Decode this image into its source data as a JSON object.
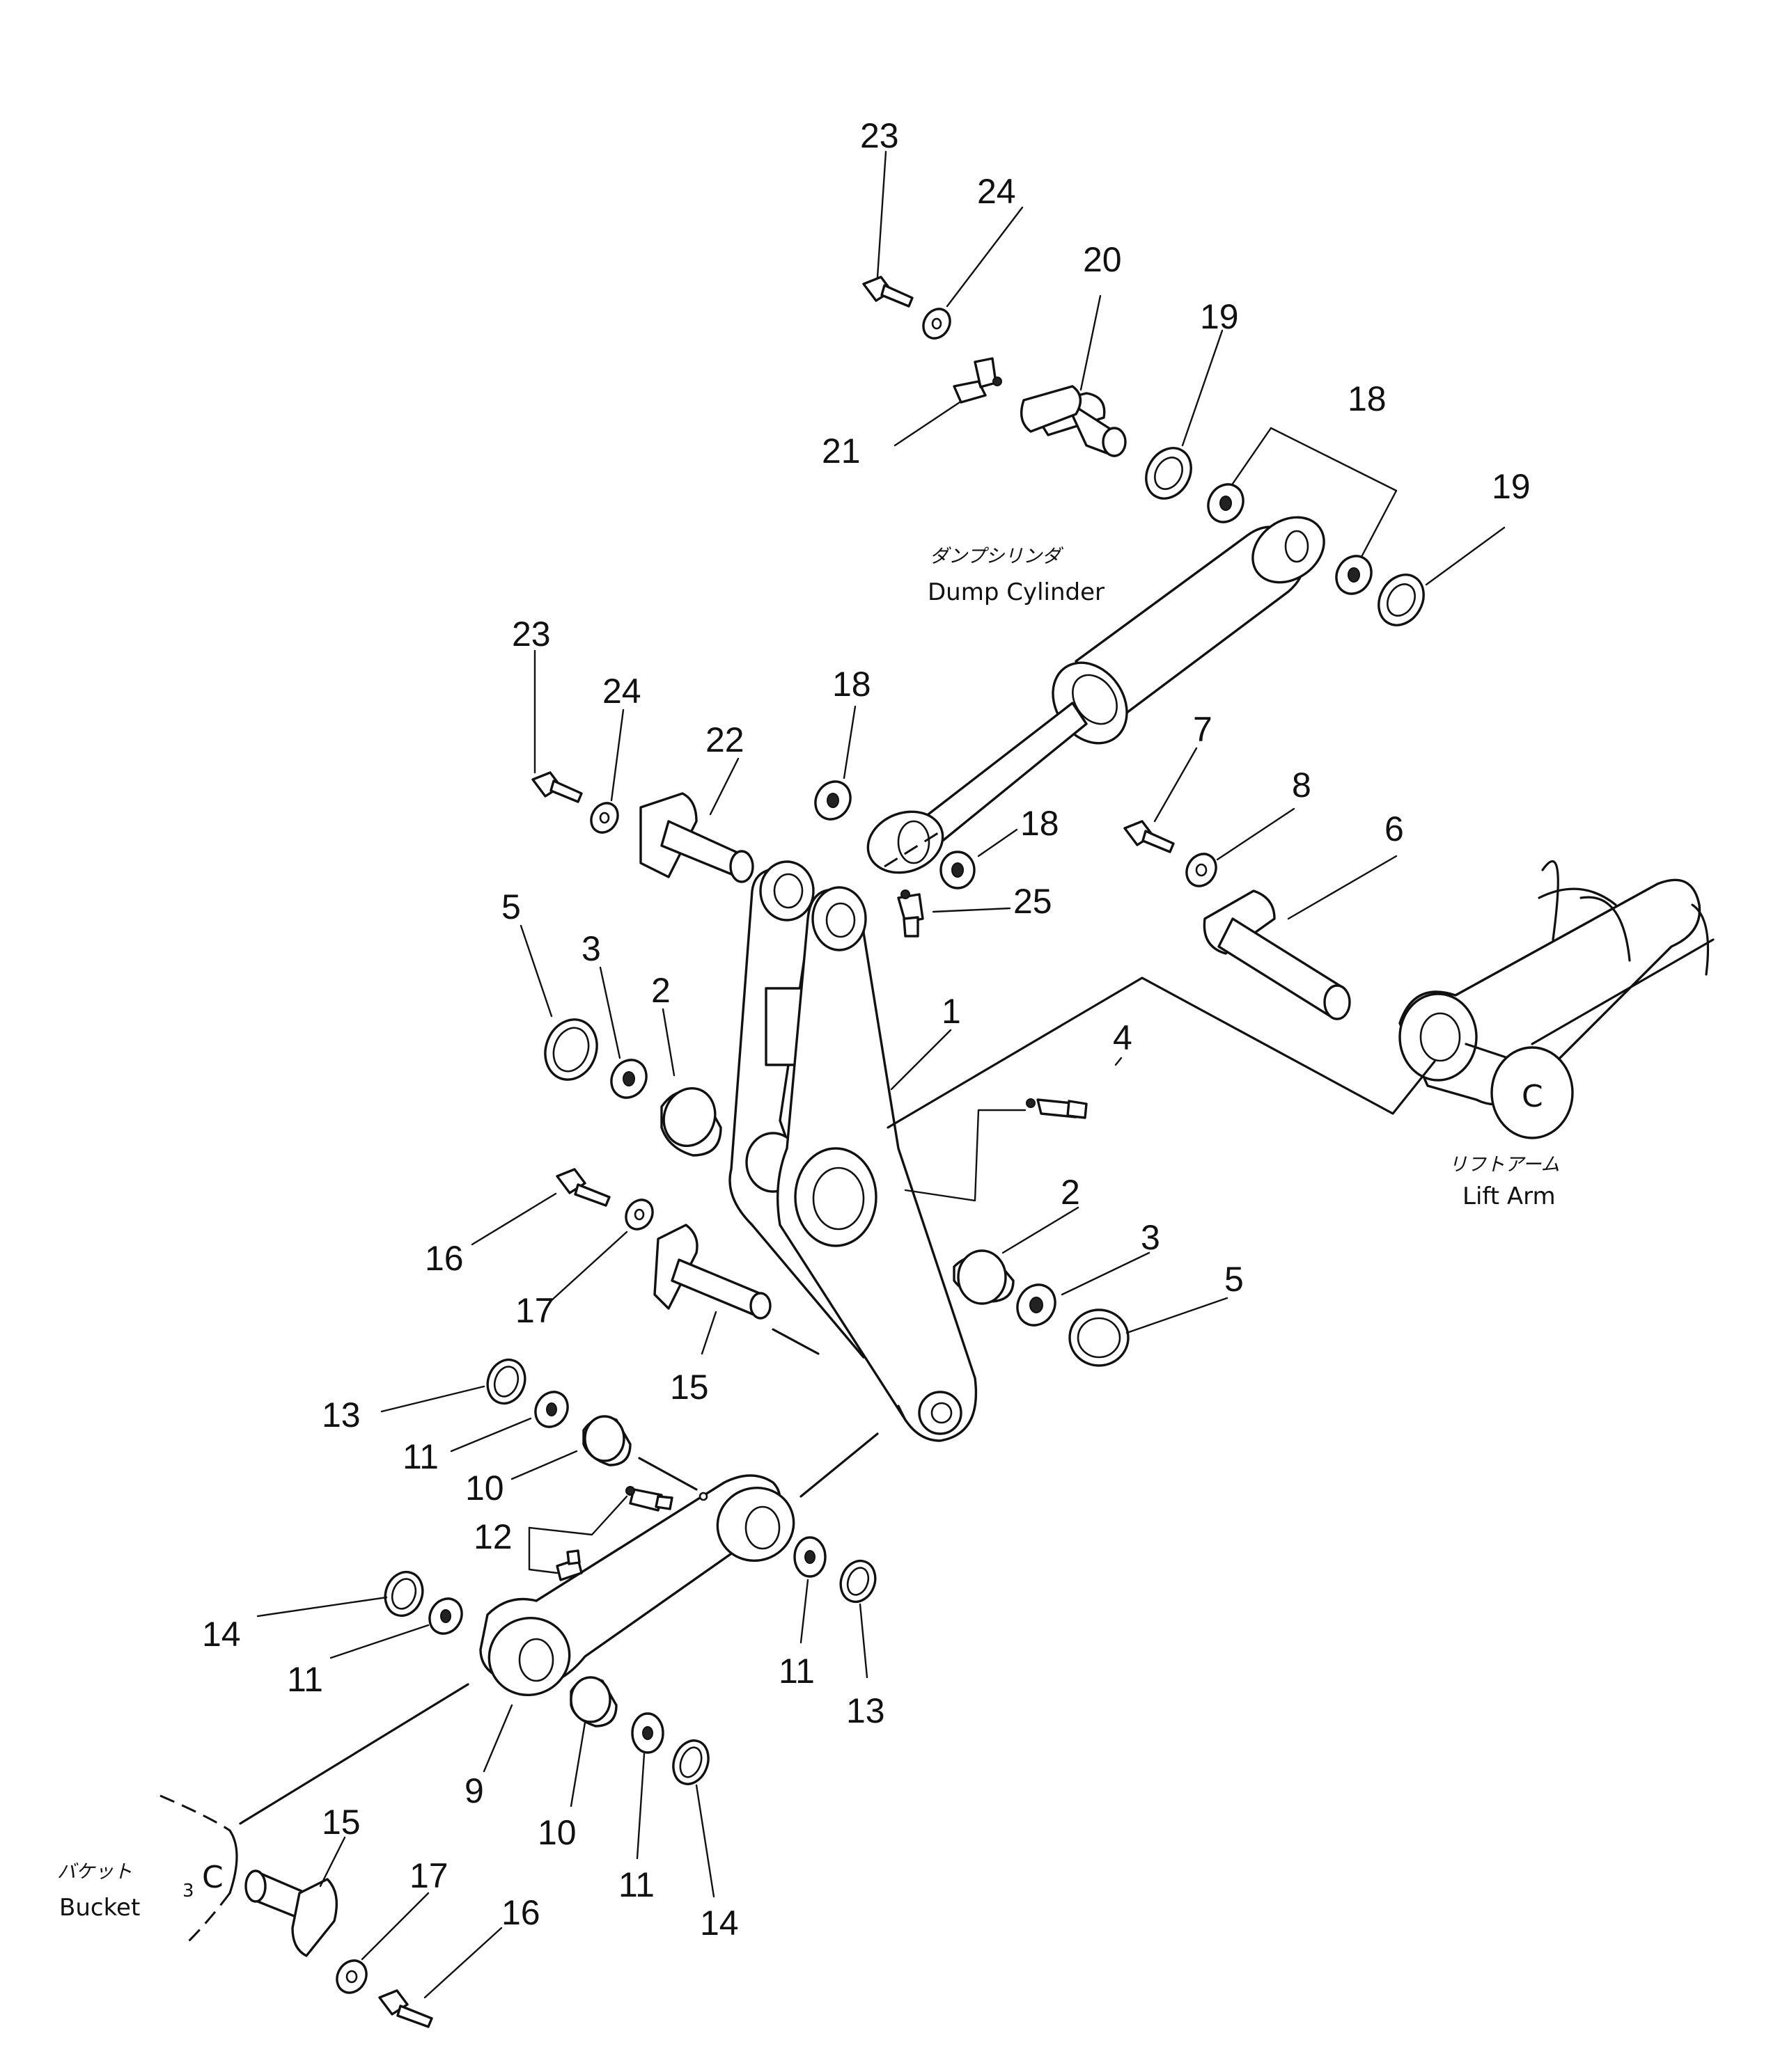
{
  "labels": {
    "dump_cylinder_jp": "ダンプシリンダ",
    "dump_cylinder_en": "Dump Cylinder",
    "lift_arm_jp": "リフトアーム",
    "lift_arm_en": "Lift Arm",
    "bucket_jp": "バケット",
    "bucket_en": "Bucket"
  },
  "callouts": {
    "c23a": "23",
    "c24a": "24",
    "c20": "20",
    "c21": "21",
    "c19a": "19",
    "c18a": "18",
    "c19b": "19",
    "c23b": "23",
    "c24b": "24",
    "c22": "22",
    "c18b": "18",
    "c18c": "18",
    "c25": "25",
    "c7": "7",
    "c8": "8",
    "c6": "6",
    "c5a": "5",
    "c3a": "3",
    "c2a": "2",
    "c1": "1",
    "c4": "4",
    "c16a": "16",
    "c17a": "17",
    "c2b": "2",
    "c3b": "3",
    "c5b": "5",
    "c15a": "15",
    "c13a": "13",
    "c11a": "11",
    "c10a": "10",
    "c12": "12",
    "c14a": "14",
    "c11b": "11",
    "c11c": "11",
    "c13b": "13",
    "c9": "9",
    "c10b": "10",
    "c11d": "11",
    "c14b": "14",
    "c15b": "15",
    "c17b": "17",
    "c16b": "16"
  }
}
